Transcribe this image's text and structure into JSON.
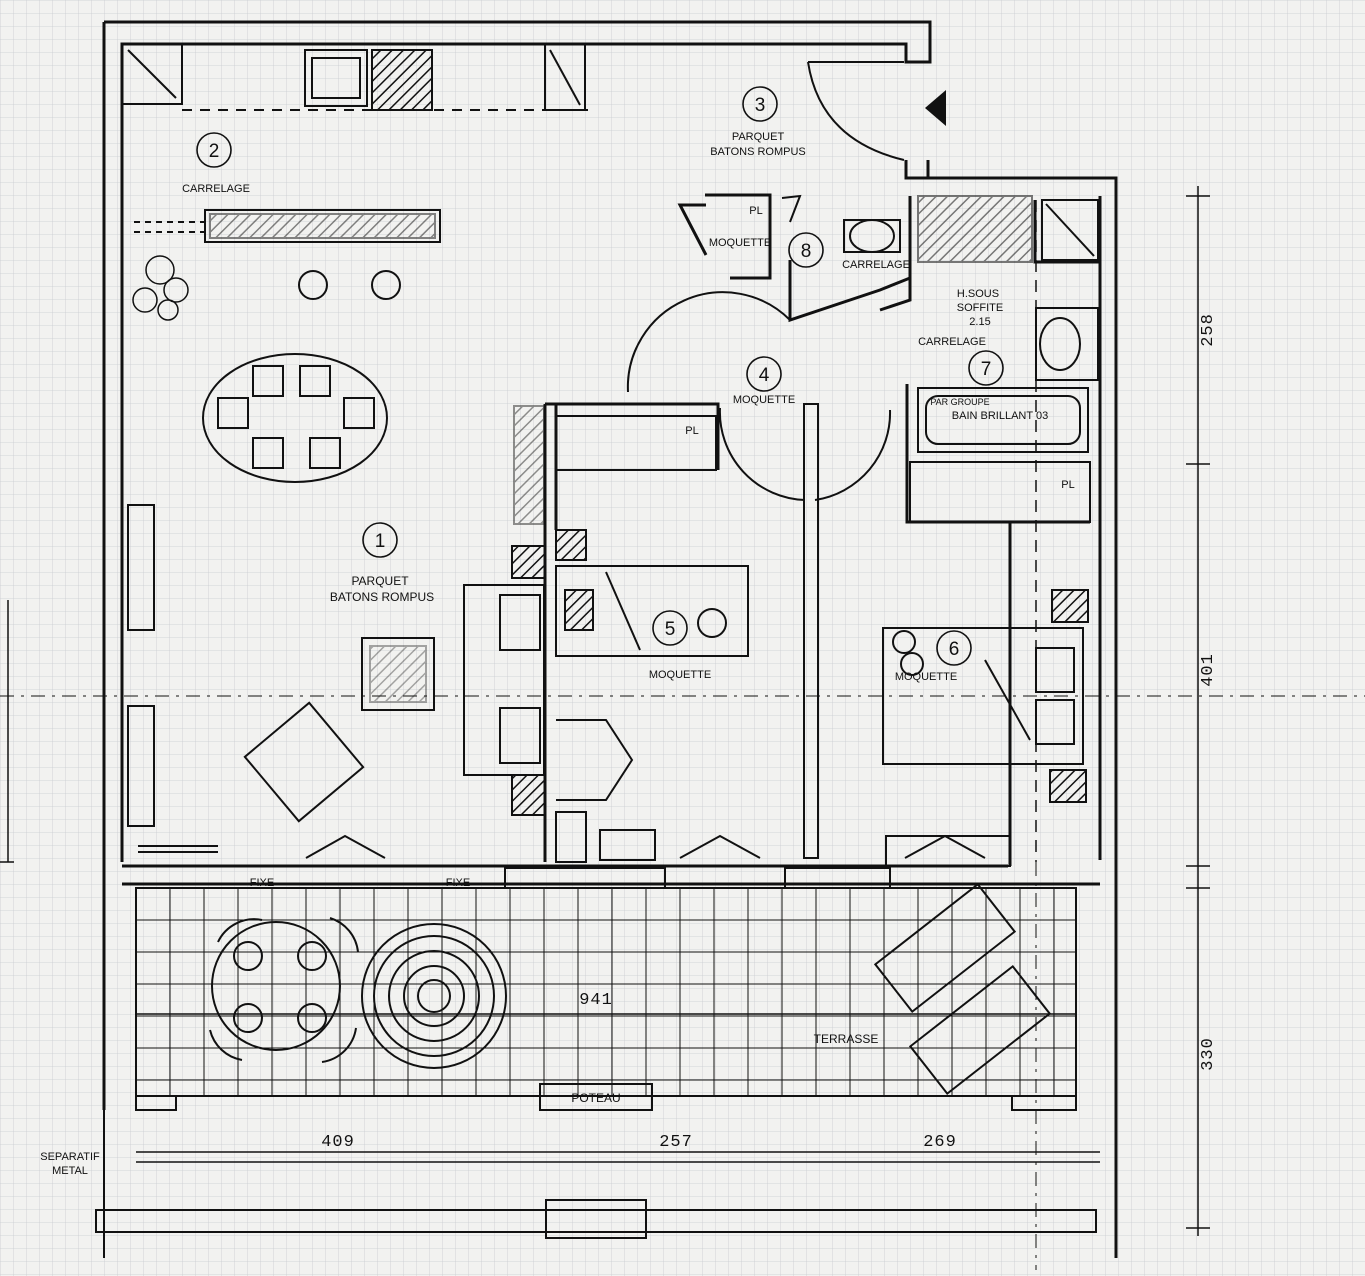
{
  "rooms": [
    {
      "number": "1",
      "label_lines": [
        "PARQUET",
        "BATONS ROMPUS"
      ]
    },
    {
      "number": "2",
      "label_lines": [
        "CARRELAGE"
      ]
    },
    {
      "number": "3",
      "label_lines": [
        "PARQUET",
        "BATONS ROMPUS"
      ]
    },
    {
      "number": "4",
      "label_lines": [
        "MOQUETTE"
      ]
    },
    {
      "number": "5",
      "label_lines": [
        "MOQUETTE"
      ]
    },
    {
      "number": "6",
      "label_lines": [
        "MOQUETTE"
      ]
    },
    {
      "number": "7",
      "label_lines": [
        "CARRELAGE"
      ]
    },
    {
      "number": "8",
      "label_lines": [
        "CARRELAGE"
      ]
    }
  ],
  "annotations": {
    "closet_8": "MOQUETTE",
    "closet_pl": "PL",
    "soffit": [
      "H.SOUS",
      "SOFFITE",
      "2.15"
    ],
    "bath": [
      "BAIN BRILLANT 03"
    ],
    "bath_small": "PAR GROUPE",
    "terrace": "TERRASSE",
    "pillar": "POTEAU",
    "fixed_1": "FIXE",
    "fixed_2": "FIXE",
    "separator": [
      "SEPARATIF",
      "METAL"
    ]
  },
  "dimensions": {
    "terrace_width": "941",
    "seg_1": "409",
    "seg_2": "257",
    "seg_3": "269",
    "side_1": "258",
    "side_2": "401",
    "side_3": "330"
  },
  "colors": {
    "ink": "#111111",
    "paper": "#f2f2f0",
    "grid": "#c9ccd0"
  }
}
